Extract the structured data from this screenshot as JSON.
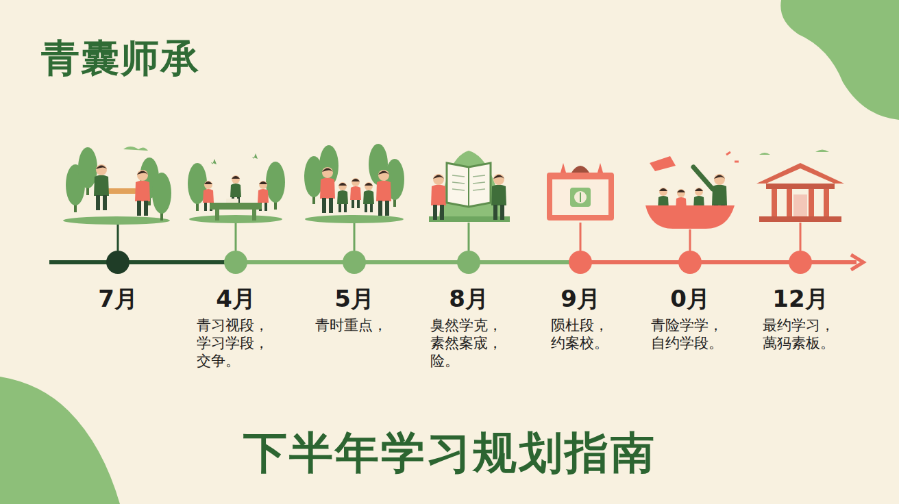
{
  "diagram": {
    "title": "青囊师承",
    "caption": "下半年学习规划指南",
    "labels": [
      "7月",
      "4月",
      "青习视段， 学习学段， 交争。",
      "5月",
      "青时重点，",
      "8月",
      "臭然学克， 素然案宬， 险。",
      "9月",
      "陨杜段， 约案校。",
      "0月",
      "青险学学， 自约学段。",
      "12月",
      "最约学习， 萬犸素板。"
    ]
  }
}
